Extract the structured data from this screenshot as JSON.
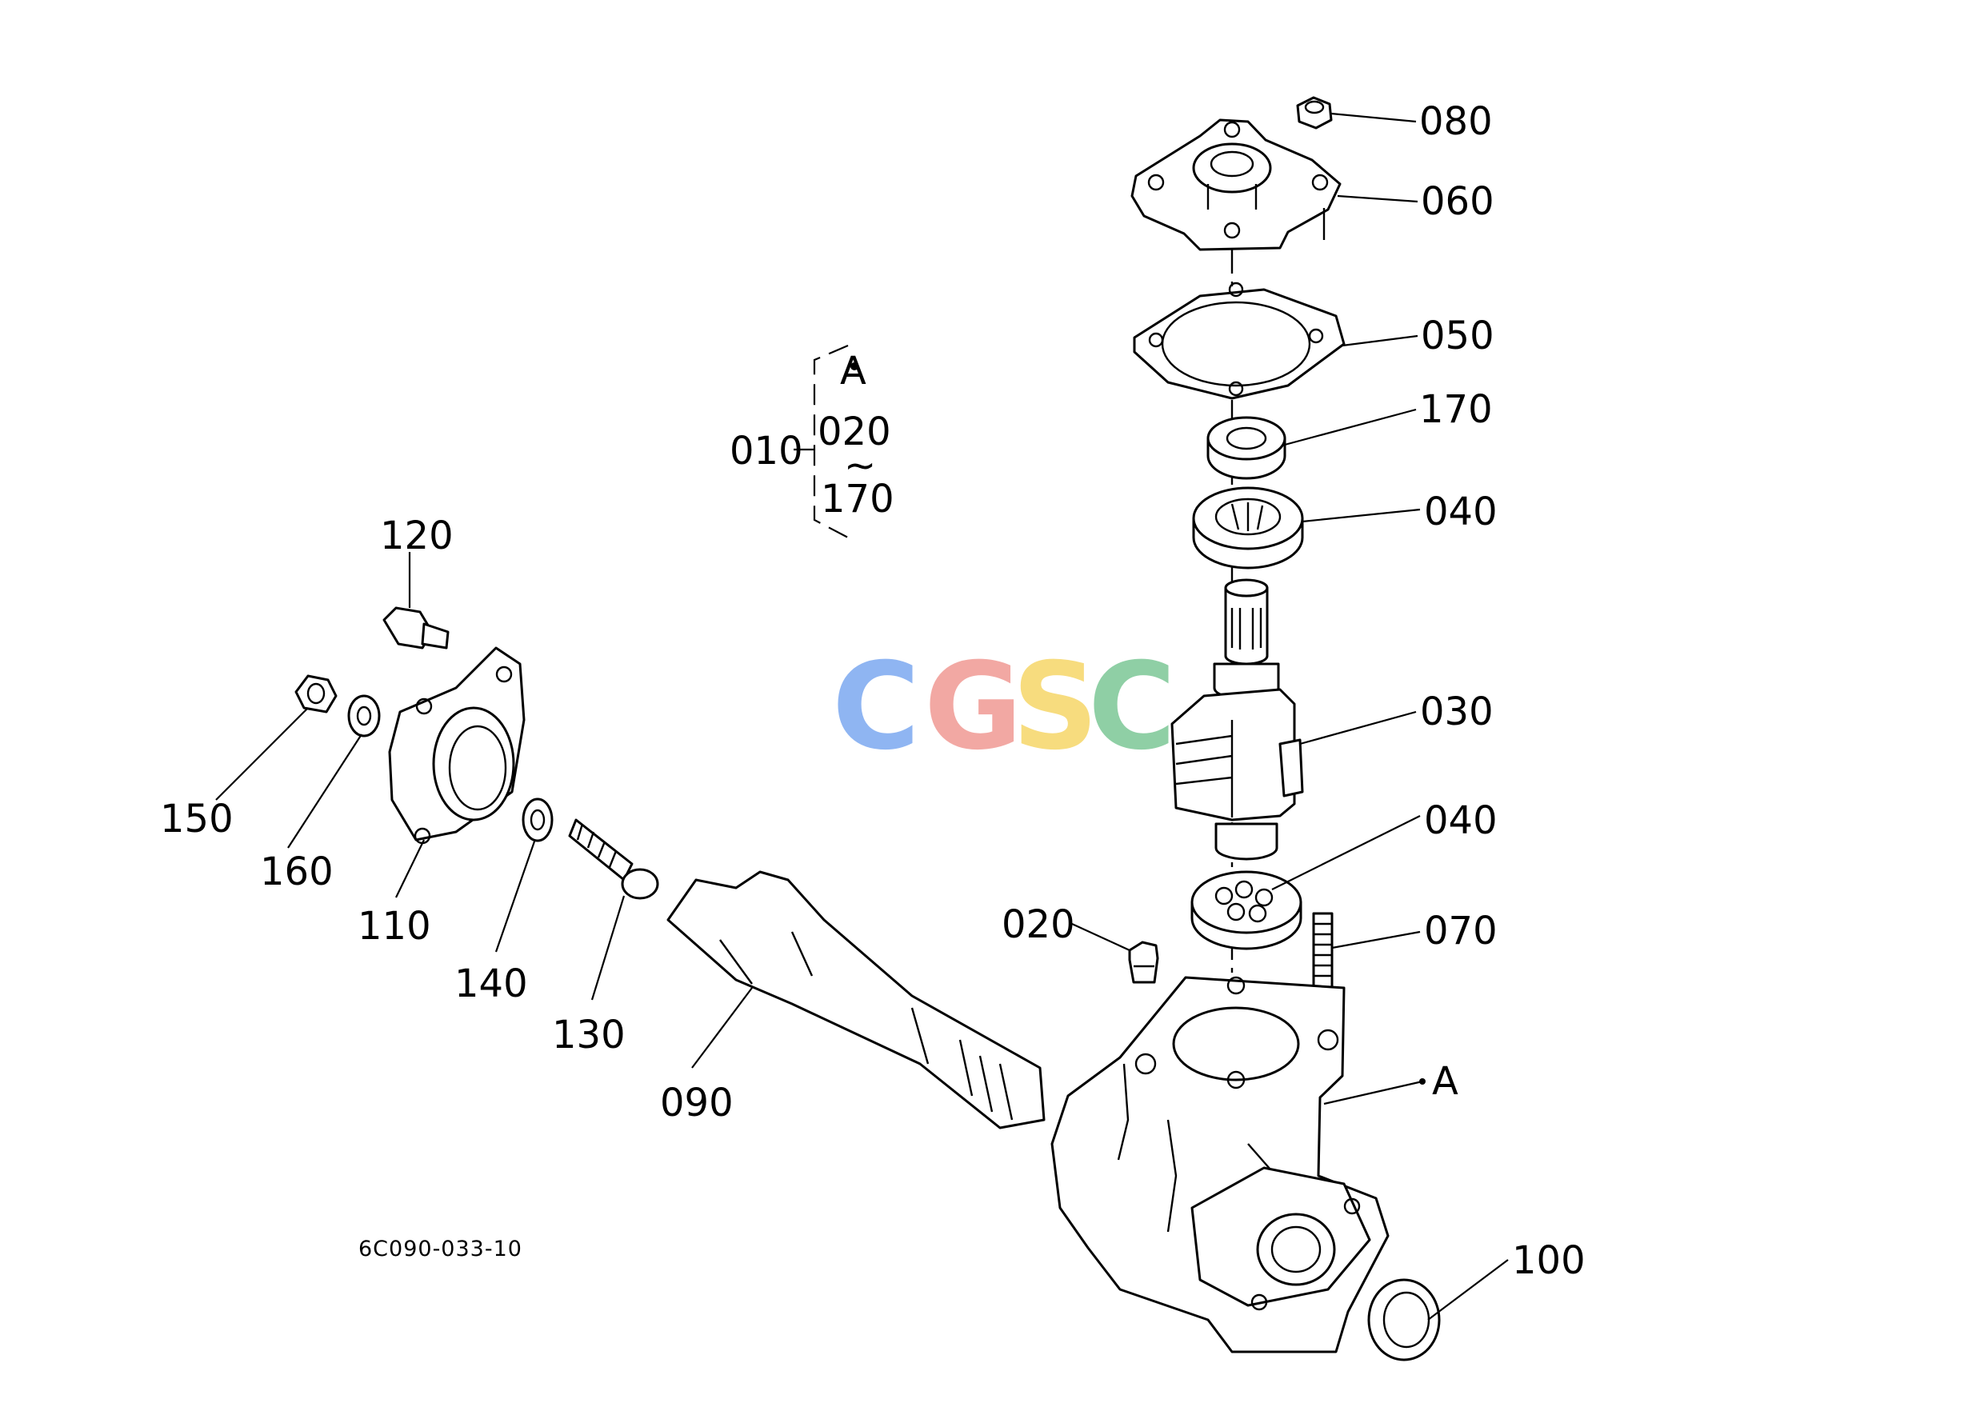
{
  "drawing_code": "6C090-033-10",
  "assembly": {
    "part": "010",
    "ref": "A",
    "from": "020",
    "tilde": "~",
    "to": "170"
  },
  "callouts": [
    {
      "id": "080",
      "label": "080"
    },
    {
      "id": "060",
      "label": "060"
    },
    {
      "id": "050",
      "label": "050"
    },
    {
      "id": "170",
      "label": "170"
    },
    {
      "id": "040-upper",
      "label": "040"
    },
    {
      "id": "030",
      "label": "030"
    },
    {
      "id": "040-lower",
      "label": "040"
    },
    {
      "id": "070",
      "label": "070"
    },
    {
      "id": "020",
      "label": "020"
    },
    {
      "id": "a-ref",
      "label": "A"
    },
    {
      "id": "100",
      "label": "100"
    },
    {
      "id": "120",
      "label": "120"
    },
    {
      "id": "150",
      "label": "150"
    },
    {
      "id": "160",
      "label": "160"
    },
    {
      "id": "110",
      "label": "110"
    },
    {
      "id": "140",
      "label": "140"
    },
    {
      "id": "130",
      "label": "130"
    },
    {
      "id": "090",
      "label": "090"
    }
  ],
  "watermark": {
    "letters": [
      "C",
      "G",
      "S",
      "C"
    ],
    "colors": [
      "#8fb5f2",
      "#f2a8a3",
      "#f7dc7e",
      "#8fcfa5"
    ]
  }
}
